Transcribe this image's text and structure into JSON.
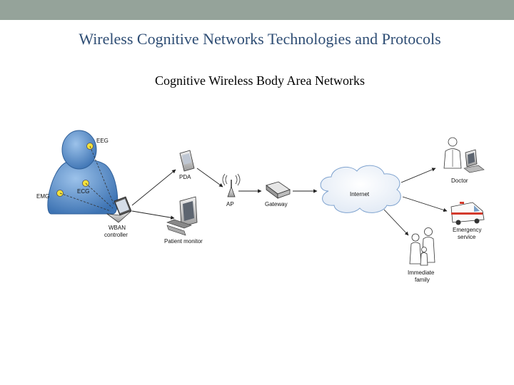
{
  "slide": {
    "title": "Wireless Cognitive Networks Technologies and Protocols",
    "subtitle": "Cognitive Wireless Body Area Networks"
  },
  "diagram": {
    "nodes": {
      "eeg": "EEG",
      "ecg": "ECG",
      "emg": "EMG",
      "wban": [
        "WBAN",
        "controller"
      ],
      "pda": "PDA",
      "patient_monitor": "Patient monitor",
      "ap": "AP",
      "gateway": "Gateway",
      "internet": "Internet",
      "doctor": "Doctor",
      "emergency": [
        "Emergency",
        "service"
      ],
      "family": [
        "Immediate",
        "family"
      ]
    }
  },
  "colors": {
    "topbar": "#95a39a",
    "title": "#2e4d74",
    "body_blue": "#5a8ec4",
    "sensor": "#f5e13a",
    "cloud": "#eef3fa",
    "cloud_stroke": "#7fa3cf"
  }
}
